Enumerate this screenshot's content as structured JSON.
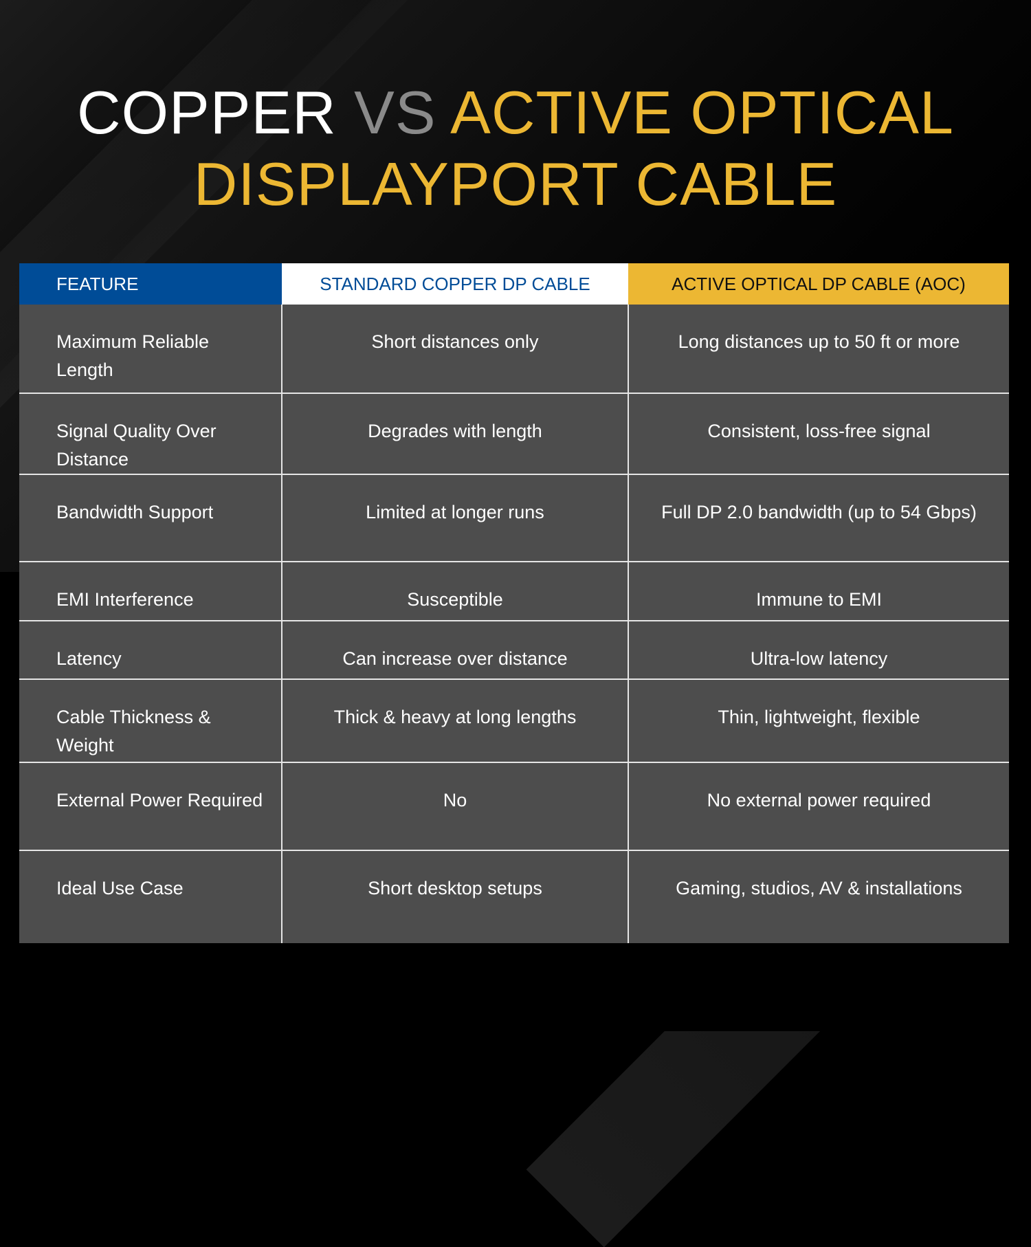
{
  "title": {
    "part1": "COPPER",
    "part2": "VS",
    "part3": "ACTIVE OPTICAL",
    "line2": "DISPLAYPORT CABLE"
  },
  "colors": {
    "blue": "#004c97",
    "gold": "#ecb733",
    "cell": "#4d4d4d"
  },
  "table": {
    "headers": [
      "FEATURE",
      "STANDARD COPPER DP CABLE",
      "ACTIVE OPTICAL DP CABLE (AOC)"
    ],
    "rows": [
      [
        "Maximum Reliable Length",
        "Short distances only",
        "Long distances up to 50 ft or more"
      ],
      [
        "Signal Quality Over Distance",
        "Degrades with length",
        "Consistent, loss-free signal"
      ],
      [
        "Bandwidth Support",
        "Limited at longer runs",
        "Full DP 2.0 bandwidth (up to 54 Gbps)"
      ],
      [
        "EMI Interference",
        "Susceptible",
        "Immune to EMI"
      ],
      [
        "Latency",
        "Can increase over distance",
        "Ultra-low latency"
      ],
      [
        "Cable Thickness & Weight",
        "Thick & heavy at long lengths",
        "Thin, lightweight, flexible"
      ],
      [
        "External Power Required",
        "No",
        "No external power required"
      ],
      [
        "Ideal Use Case",
        "Short desktop setups",
        "Gaming, studios, AV & installations"
      ]
    ]
  }
}
